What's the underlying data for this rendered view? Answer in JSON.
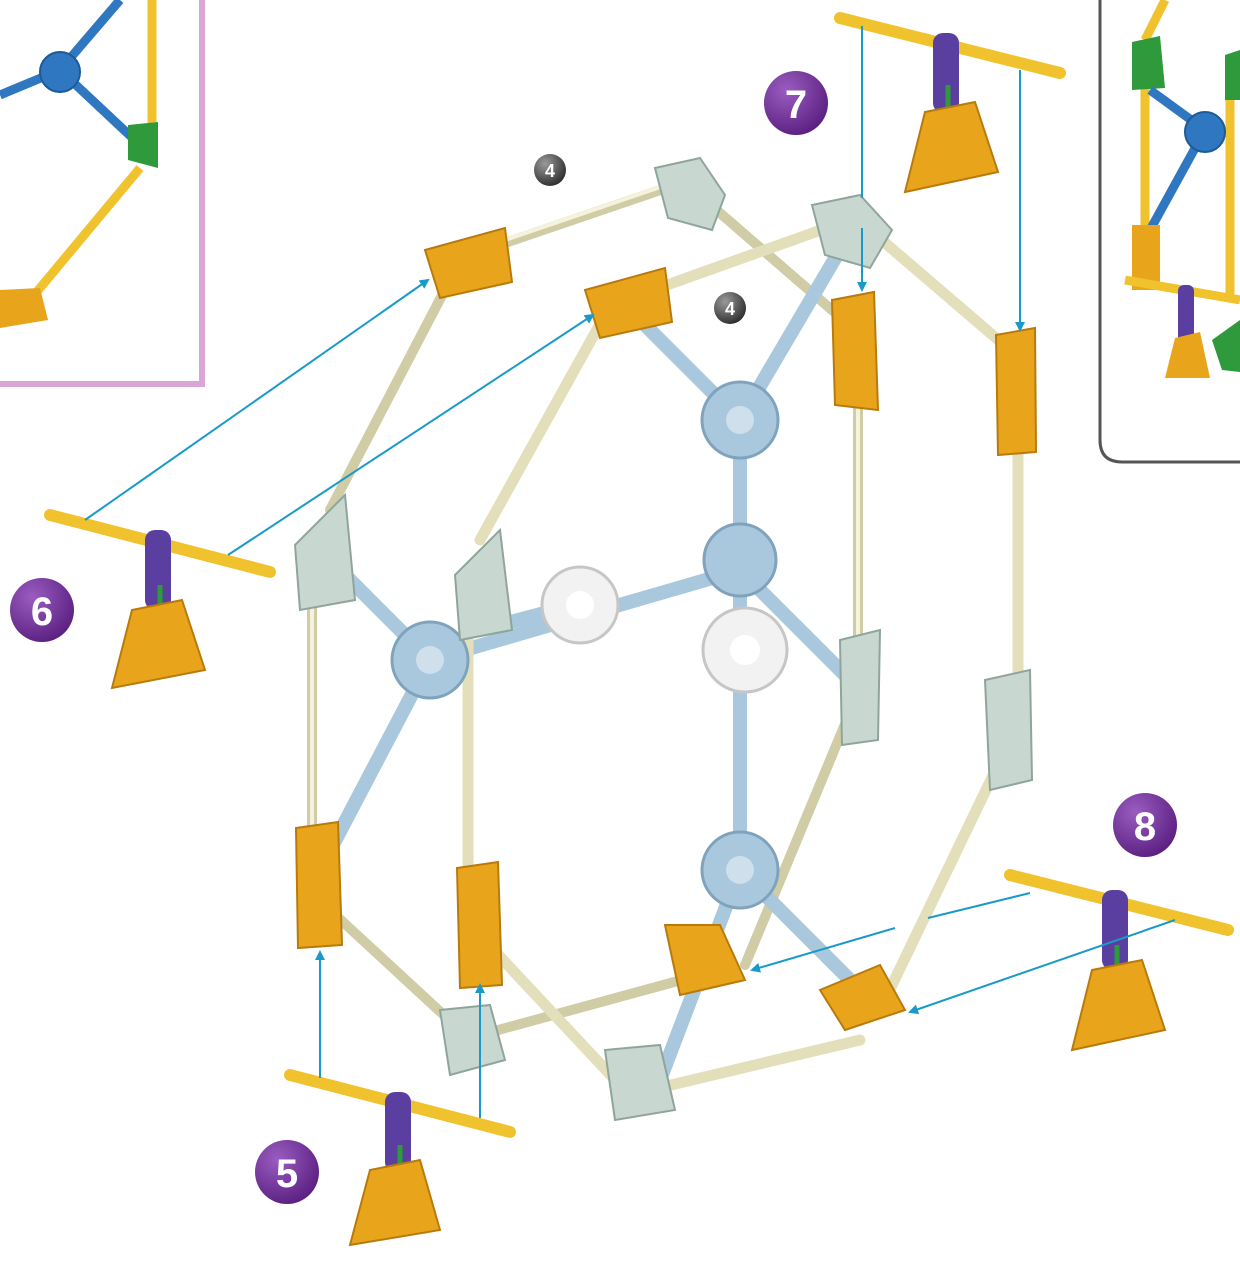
{
  "steps": {
    "s5": "5",
    "s6": "6",
    "s7": "7",
    "s8": "8"
  },
  "counts": {
    "top_left": "4",
    "top_right": "4"
  },
  "colors": {
    "step_badge": "#6b2d8f",
    "count_badge": "#4a4a4a",
    "arrow": "#1a9ac9",
    "rod_white": "#ece8c8",
    "rod_yellow": "#f0c22e",
    "connector_orange": "#e8a51c",
    "connector_gray": "#c8d8d0",
    "hub_lightblue": "#a9c8de",
    "hub_white": "#f2f2f2",
    "purple_clip": "#5a3ea0",
    "green_pin": "#2f9a3c",
    "inset_left_border": "#d9a6d6",
    "inset_right_border": "#555555",
    "blue_rod": "#2f77c0",
    "green_connector": "#2f9a3c"
  },
  "icons": {
    "step_badge": "step-number-icon",
    "count_badge": "part-count-icon"
  }
}
